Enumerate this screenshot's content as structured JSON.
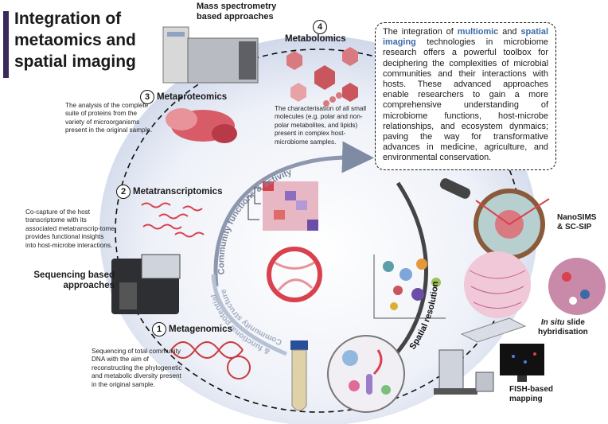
{
  "title": "Integration of\nmetaomics and\nspatial imaging",
  "mass_spec": {
    "header": "Mass spectrometry\nbased approaches"
  },
  "metabolomics": {
    "number": "4",
    "header": "Metabolomics",
    "description": "The characterisation of all small molecules (e.g. polar and non-polar metabolites, and lipids) present in complex host-microbiome samples."
  },
  "metaproteomics": {
    "number": "3",
    "header": "Metaproteomics",
    "description": "The analysis of the complete suite of proteins from the variety of microorganisms present in the original sample."
  },
  "metatranscriptomics": {
    "number": "2",
    "header": "Metatranscriptomics",
    "description": "Co-capture of the host transcriptome with its associated metatranscrip-tome provides functional insights into host-microbe interactions."
  },
  "sequencing": {
    "header": "Sequencing based\napproaches"
  },
  "metagenomics": {
    "number": "1",
    "header": "Metagenomics",
    "description": "Sequencing of total community DNA with the aim of reconstructing the phylogenetic and metabolic diversity present in the original sample."
  },
  "infobox": {
    "part1": "The integration of ",
    "highlight1": "multiomic",
    "part2": " and ",
    "highlight2": "spatial imaging",
    "part3": " technologies in microbiome research offers a powerful toolbox for deciphering the complexities of microbial communities and their interactions with hosts. These advanced approaches enable researchers to gain a more comprehensive understanding of microbiome functions, host-microbe relationships, and ecosystem dynmaics; paving the way for transformative advances in medicine, agriculture, and environmental conservation."
  },
  "arc_labels": {
    "functions": "Community functions & activity",
    "structure_1": "Community structure",
    "structure_2": "& functional potential",
    "spatial": "Spatial resolution"
  },
  "nanosims": {
    "label": "NanoSIMS\n& SC-SIP"
  },
  "insitu": {
    "label_italic": "In situ",
    "label_rest": " slide\nhybridisation"
  },
  "fish": {
    "label": "FISH-based\nmapping"
  },
  "colors": {
    "title_bar": "#3a2a5a",
    "highlight": "#3c6aa8",
    "ring": "#d4dcec",
    "arc": "#7f8ba3",
    "red": "#d9414e"
  }
}
